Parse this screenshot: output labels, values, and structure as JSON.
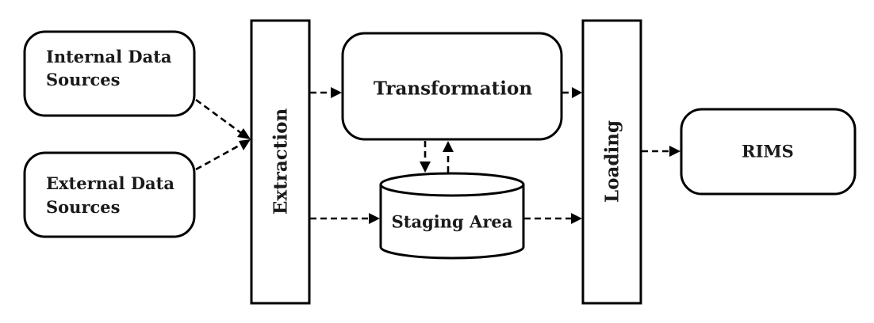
{
  "diagram": {
    "nodes": {
      "internal_sources": {
        "line1": "Internal Data",
        "line2": "Sources"
      },
      "external_sources": {
        "line1": "External Data",
        "line2": "Sources"
      },
      "extraction": {
        "label": "Extraction"
      },
      "transformation": {
        "label": "Transformation"
      },
      "staging_area": {
        "label": "Staging Area"
      },
      "loading": {
        "label": "Loading"
      },
      "rims": {
        "label": "RIMS"
      }
    },
    "edges": [
      {
        "from": "Internal Data Sources",
        "to": "Extraction",
        "style": "dashed"
      },
      {
        "from": "External Data Sources",
        "to": "Extraction",
        "style": "dashed"
      },
      {
        "from": "Extraction",
        "to": "Transformation",
        "style": "dashed"
      },
      {
        "from": "Extraction",
        "to": "Staging Area",
        "style": "dashed"
      },
      {
        "from": "Transformation",
        "to": "Staging Area",
        "style": "dashed"
      },
      {
        "from": "Staging Area",
        "to": "Transformation",
        "style": "dashed"
      },
      {
        "from": "Transformation",
        "to": "Loading",
        "style": "dashed"
      },
      {
        "from": "Staging Area",
        "to": "Loading",
        "style": "dashed"
      },
      {
        "from": "Loading",
        "to": "RIMS",
        "style": "dashed"
      }
    ]
  }
}
